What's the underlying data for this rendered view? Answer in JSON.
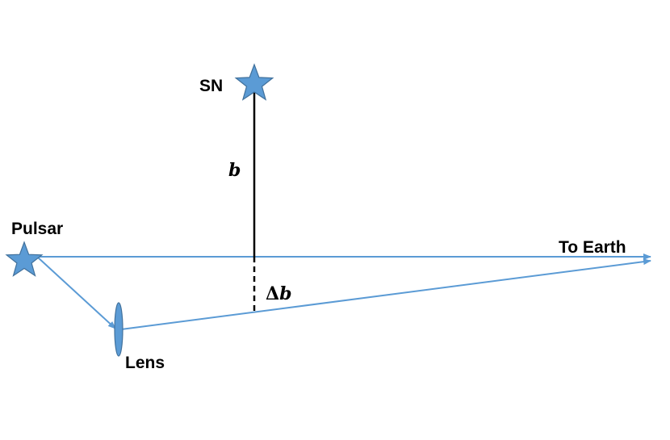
{
  "labels": {
    "pulsar": "Pulsar",
    "sn": "SN",
    "lens": "Lens",
    "to_earth": "To Earth",
    "impact_parameter": "b",
    "delta_symbol": "Δ",
    "delta_b": "b"
  },
  "colors": {
    "ray": "#5b9bd5",
    "star_fill": "#5b9bd5",
    "star_stroke": "#41719c",
    "vertical_line": "#000000",
    "text": "#000000"
  },
  "icons": {
    "pulsar": "star-icon",
    "sn": "star-icon",
    "lens": "ellipse-lens"
  }
}
